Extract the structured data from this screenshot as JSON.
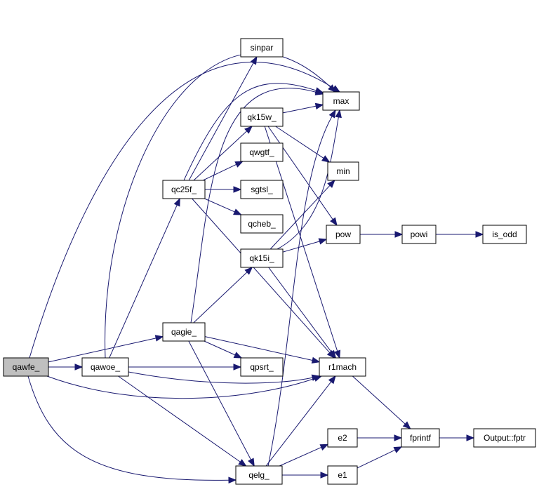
{
  "colors": {
    "edge": "#191970",
    "node_fill": "#ffffff",
    "root_fill": "#bfbfbf",
    "node_stroke": "#000000"
  },
  "nodes": [
    {
      "id": "qawfe",
      "label": "qawfe_",
      "root": true
    },
    {
      "id": "qawoe",
      "label": "qawoe_"
    },
    {
      "id": "qagie",
      "label": "qagie_"
    },
    {
      "id": "qc25f",
      "label": "qc25f_"
    },
    {
      "id": "qelg",
      "label": "qelg_"
    },
    {
      "id": "qk15i",
      "label": "qk15i_"
    },
    {
      "id": "qk15w",
      "label": "qk15w_"
    },
    {
      "id": "qwgtf",
      "label": "qwgtf_"
    },
    {
      "id": "sgtsl",
      "label": "sgtsl_"
    },
    {
      "id": "qcheb",
      "label": "qcheb_"
    },
    {
      "id": "sinpar",
      "label": "sinpar"
    },
    {
      "id": "qpsrt",
      "label": "qpsrt_"
    },
    {
      "id": "max",
      "label": "max"
    },
    {
      "id": "min",
      "label": "min"
    },
    {
      "id": "pow",
      "label": "pow"
    },
    {
      "id": "r1mach",
      "label": "r1mach"
    },
    {
      "id": "e2",
      "label": "e2"
    },
    {
      "id": "e1",
      "label": "e1"
    },
    {
      "id": "powi",
      "label": "powi"
    },
    {
      "id": "is_odd",
      "label": "is_odd"
    },
    {
      "id": "fprintf",
      "label": "fprintf"
    },
    {
      "id": "output_fptr",
      "label": "Output::fptr"
    }
  ],
  "edges": [
    [
      "qawfe",
      "qawoe"
    ],
    [
      "qawfe",
      "qagie"
    ],
    [
      "qawfe",
      "max"
    ],
    [
      "qawfe",
      "r1mach"
    ],
    [
      "qawfe",
      "qelg"
    ],
    [
      "qawoe",
      "qc25f"
    ],
    [
      "qawoe",
      "max"
    ],
    [
      "qawoe",
      "qpsrt"
    ],
    [
      "qawoe",
      "r1mach"
    ],
    [
      "qawoe",
      "qelg"
    ],
    [
      "qagie",
      "qk15i"
    ],
    [
      "qagie",
      "max"
    ],
    [
      "qagie",
      "qpsrt"
    ],
    [
      "qagie",
      "r1mach"
    ],
    [
      "qagie",
      "qelg"
    ],
    [
      "qc25f",
      "sinpar"
    ],
    [
      "qc25f",
      "qk15w"
    ],
    [
      "qc25f",
      "qwgtf"
    ],
    [
      "qc25f",
      "sgtsl"
    ],
    [
      "qc25f",
      "qcheb"
    ],
    [
      "qc25f",
      "r1mach"
    ],
    [
      "qc25f",
      "max"
    ],
    [
      "qk15w",
      "max"
    ],
    [
      "qk15w",
      "min"
    ],
    [
      "qk15w",
      "pow"
    ],
    [
      "qk15w",
      "r1mach"
    ],
    [
      "qk15i",
      "max"
    ],
    [
      "qk15i",
      "min"
    ],
    [
      "qk15i",
      "pow"
    ],
    [
      "qk15i",
      "r1mach"
    ],
    [
      "qelg",
      "max"
    ],
    [
      "qelg",
      "r1mach"
    ],
    [
      "qelg",
      "e2"
    ],
    [
      "qelg",
      "e1"
    ],
    [
      "pow",
      "powi"
    ],
    [
      "powi",
      "is_odd"
    ],
    [
      "r1mach",
      "fprintf"
    ],
    [
      "e2",
      "fprintf"
    ],
    [
      "e1",
      "fprintf"
    ],
    [
      "fprintf",
      "output_fptr"
    ]
  ]
}
